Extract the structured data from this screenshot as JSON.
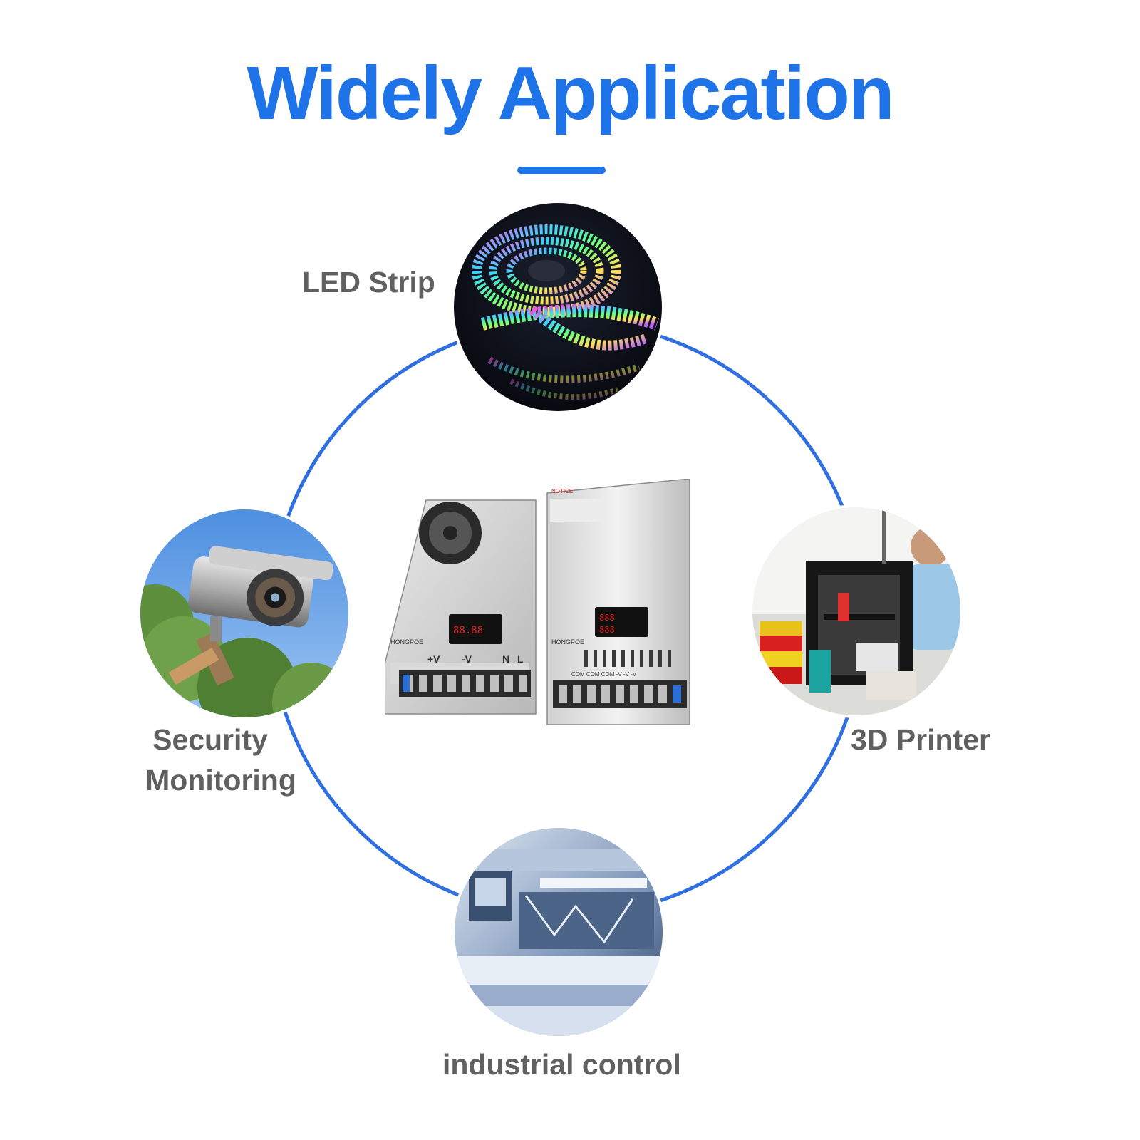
{
  "header": {
    "title": "Widely Application"
  },
  "applications": [
    {
      "label": "LED Strip",
      "icon": "led-strip-photo"
    },
    {
      "label": "Security",
      "label2": "Monitoring",
      "icon": "security-camera-photo"
    },
    {
      "label": "3D Printer",
      "icon": "3d-printer-photo"
    },
    {
      "label": "industrial control",
      "icon": "industrial-machine-photo"
    }
  ],
  "product": {
    "brand": "HONGPOE",
    "terminals_left": [
      "+V",
      "-V",
      "N",
      "L"
    ],
    "terminals_right": "COM COM COM -V -V -V",
    "notice": "NOTICE"
  },
  "colors": {
    "accent": "#1e73e8",
    "label": "#606060"
  }
}
